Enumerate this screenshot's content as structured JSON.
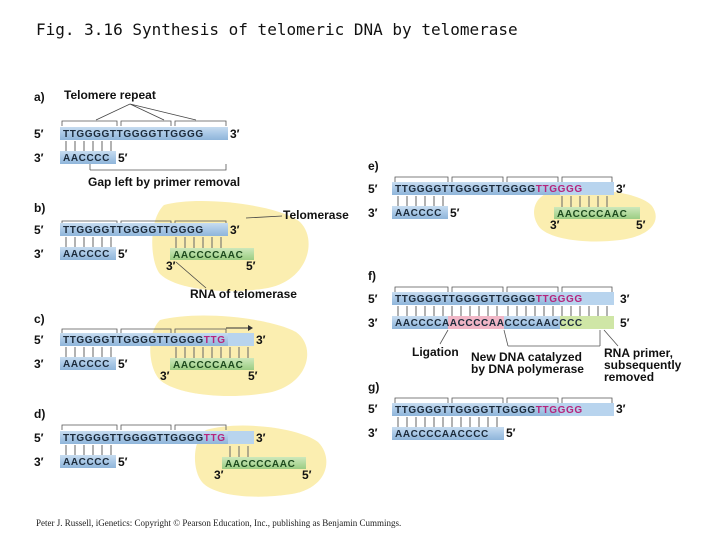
{
  "figure": {
    "title": "Fig. 3.16  Synthesis of telomeric DNA by telomerase",
    "credit": "Peter J. Russell, iGenetics: Copyright © Pearson Education, Inc., publishing as Benjamin Cummings."
  },
  "labels": {
    "telomere_repeat": "Telomere repeat",
    "gap": "Gap left by primer removal",
    "telomerase": "Telomerase",
    "rna": "RNA of telomerase",
    "ligation": "Ligation",
    "new_dna_1": "New DNA catalyzed",
    "new_dna_2": "by DNA polymerase",
    "primer_1": "RNA primer,",
    "primer_2": "subsequently",
    "primer_3": "removed"
  },
  "ends": {
    "five": "5′",
    "three": "3′"
  },
  "panels": {
    "a": {
      "letter": "a)",
      "top": "TTGGGGTTGGGGTTGGGG",
      "bottom": "AACCCC"
    },
    "b": {
      "letter": "b)",
      "top": "TTGGGGTTGGGGTTGGGG",
      "bottom": "AACCCC",
      "rna": "AACCCCAAC"
    },
    "c": {
      "letter": "c)",
      "top": "TTGGGGTTGGGGTTGGGG",
      "top_new": "TTG",
      "bottom": "AACCCC",
      "rna": "AACCCCAAC"
    },
    "d": {
      "letter": "d)",
      "top": "TTGGGGTTGGGGTTGGGG",
      "top_new": "TTG",
      "bottom": "AACCCC",
      "rna": "AACCCCAAC"
    },
    "e": {
      "letter": "e)",
      "top": "TTGGGGTTGGGGTTGGGG",
      "top_new": "TTGGGG",
      "bottom": "AACCCC",
      "rna": "AACCCCAAC"
    },
    "f": {
      "letter": "f)",
      "top": "TTGGGGTTGGGGTTGGGG",
      "top_new": "TTGGGG",
      "bottom1": "AACCCC",
      "bottom_pink": "AACCCC",
      "bottom2": "AACCCC",
      "bottom_primer": "AACCCC"
    },
    "g": {
      "letter": "g)",
      "top": "TTGGGGTTGGGGTTGGGG",
      "top_new": "TTGGGG",
      "bottom": "AACCCCAACCCC"
    }
  },
  "colors": {
    "dna_strand": "#a9c8e6",
    "new_dna": "#b8d4ee",
    "telomerase_body": "#fbeeb0",
    "rna_strand": "#b7dca1",
    "ligation_strand": "#f1b6c6",
    "primer_strand": "#cfe6a6",
    "new_base": "#b5247c"
  }
}
